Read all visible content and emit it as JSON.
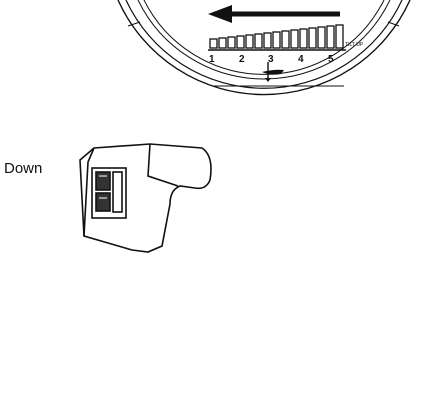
{
  "labels": {
    "down": "Down"
  },
  "gauge": {
    "scale_numbers": [
      "1",
      "2",
      "3",
      "4",
      "5"
    ],
    "end_label": "TILT UP"
  },
  "colors": {
    "ink": "#111111",
    "paper": "#ffffff",
    "arrow_fill": "#cfcfcf"
  },
  "icons": [
    "left-arrow-icon",
    "boat-icon",
    "press-arrow-icon",
    "up-arrow-icon"
  ]
}
